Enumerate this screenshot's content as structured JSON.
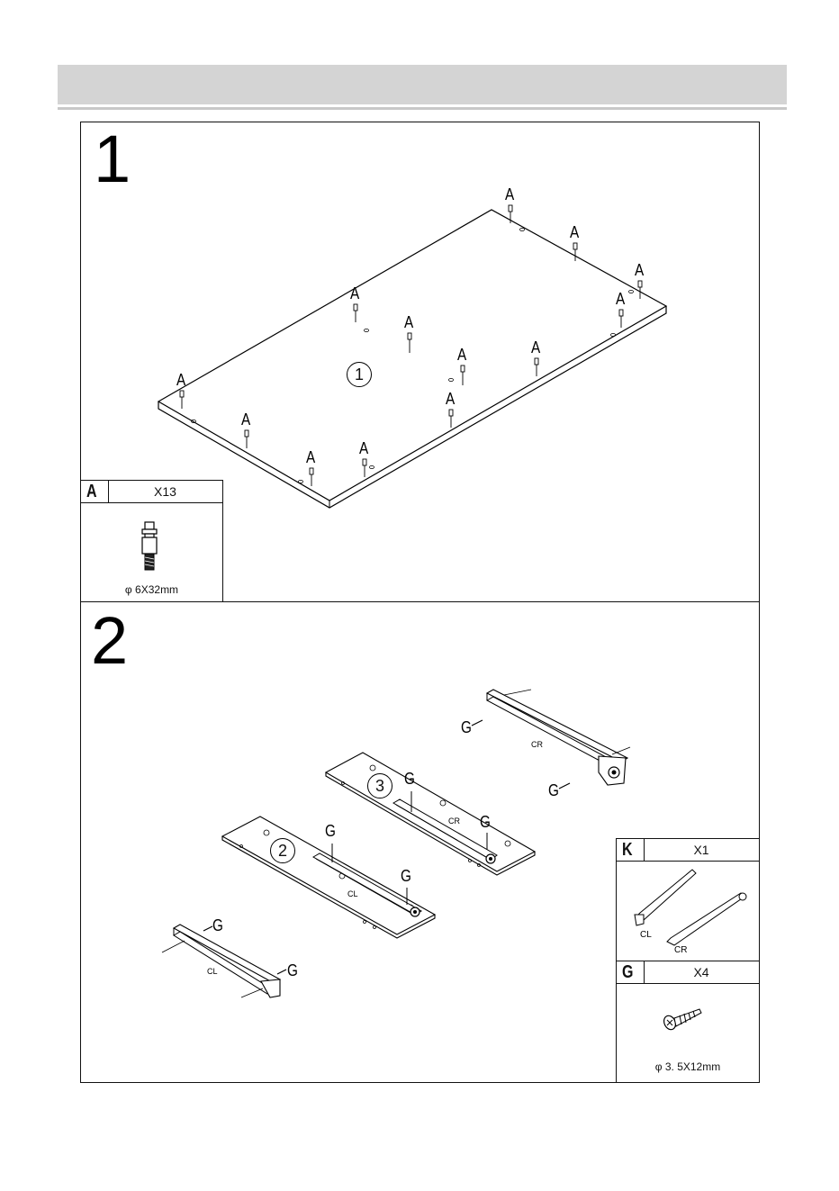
{
  "steps": [
    {
      "number": "1",
      "panel_label": "1",
      "fastener_label": "A",
      "part": {
        "letter": "A",
        "qty": "X13",
        "spec": "φ 6X32mm",
        "icon": "cam-dowel-icon"
      }
    },
    {
      "number": "2",
      "panel_labels": [
        "3",
        "2"
      ],
      "fastener_label": "G",
      "slide_left": "CL",
      "slide_right": "CR",
      "parts": [
        {
          "letter": "K",
          "qty": "X1",
          "labels": [
            "CL",
            "CR"
          ],
          "icon": "drawer-slide-pair-icon"
        },
        {
          "letter": "G",
          "qty": "X4",
          "spec": "φ 3. 5X12mm",
          "icon": "screw-icon"
        }
      ]
    }
  ]
}
